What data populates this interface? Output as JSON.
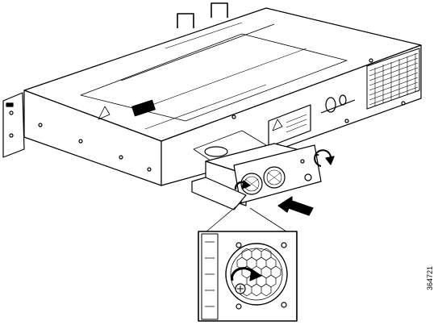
{
  "figure": {
    "id_label": "364721",
    "arrows": [
      "insert-direction",
      "rotate-clockwise",
      "rotate-clockwise"
    ],
    "line_color": "#000000",
    "fill_color": "#ffffff"
  }
}
